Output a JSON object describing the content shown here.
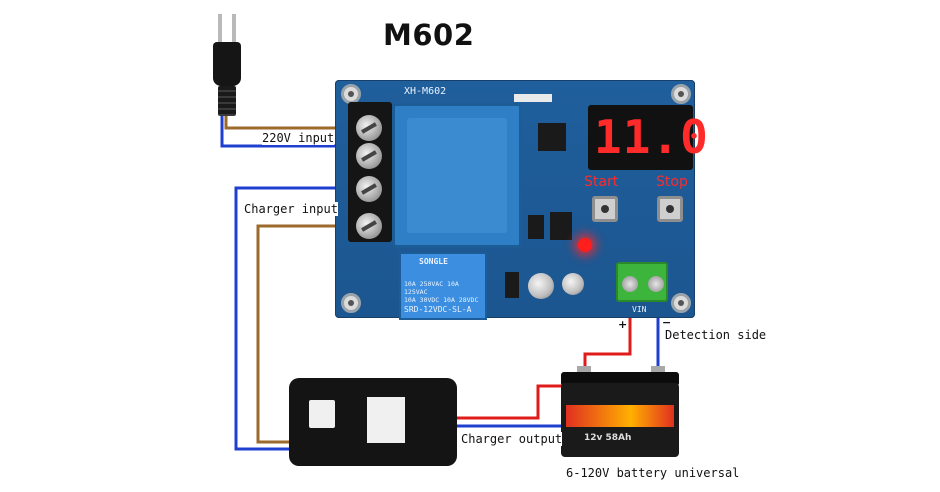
{
  "title": "M602",
  "board": {
    "model": "XH-M602",
    "display_value": "11.0",
    "start_label": "Start",
    "stop_label": "Stop",
    "relay_brand": "SONGLE",
    "relay_specs": [
      "10A 250VAC 10A 125VAC",
      "10A 30VDC 10A 28VDC"
    ],
    "relay_model": "SRD-12VDC-SL-A",
    "terminal_plus": "+",
    "terminal_minus": "−",
    "terminal_vin": "VIN"
  },
  "labels": {
    "ac_input": "220V input",
    "charger_input": "Charger input",
    "detection_side": "Detection side",
    "charger_output": "Charger output",
    "battery": "6-120V battery universal"
  },
  "battery_text": "12v 58Ah",
  "colors": {
    "brown_wire": "#9b6a2c",
    "blue_wire": "#1f3fd0",
    "red_wire": "#e01b1b",
    "board_blue": "#1f5f9c",
    "display_red": "#ff2a2a",
    "terminal_green": "#3db53d"
  }
}
